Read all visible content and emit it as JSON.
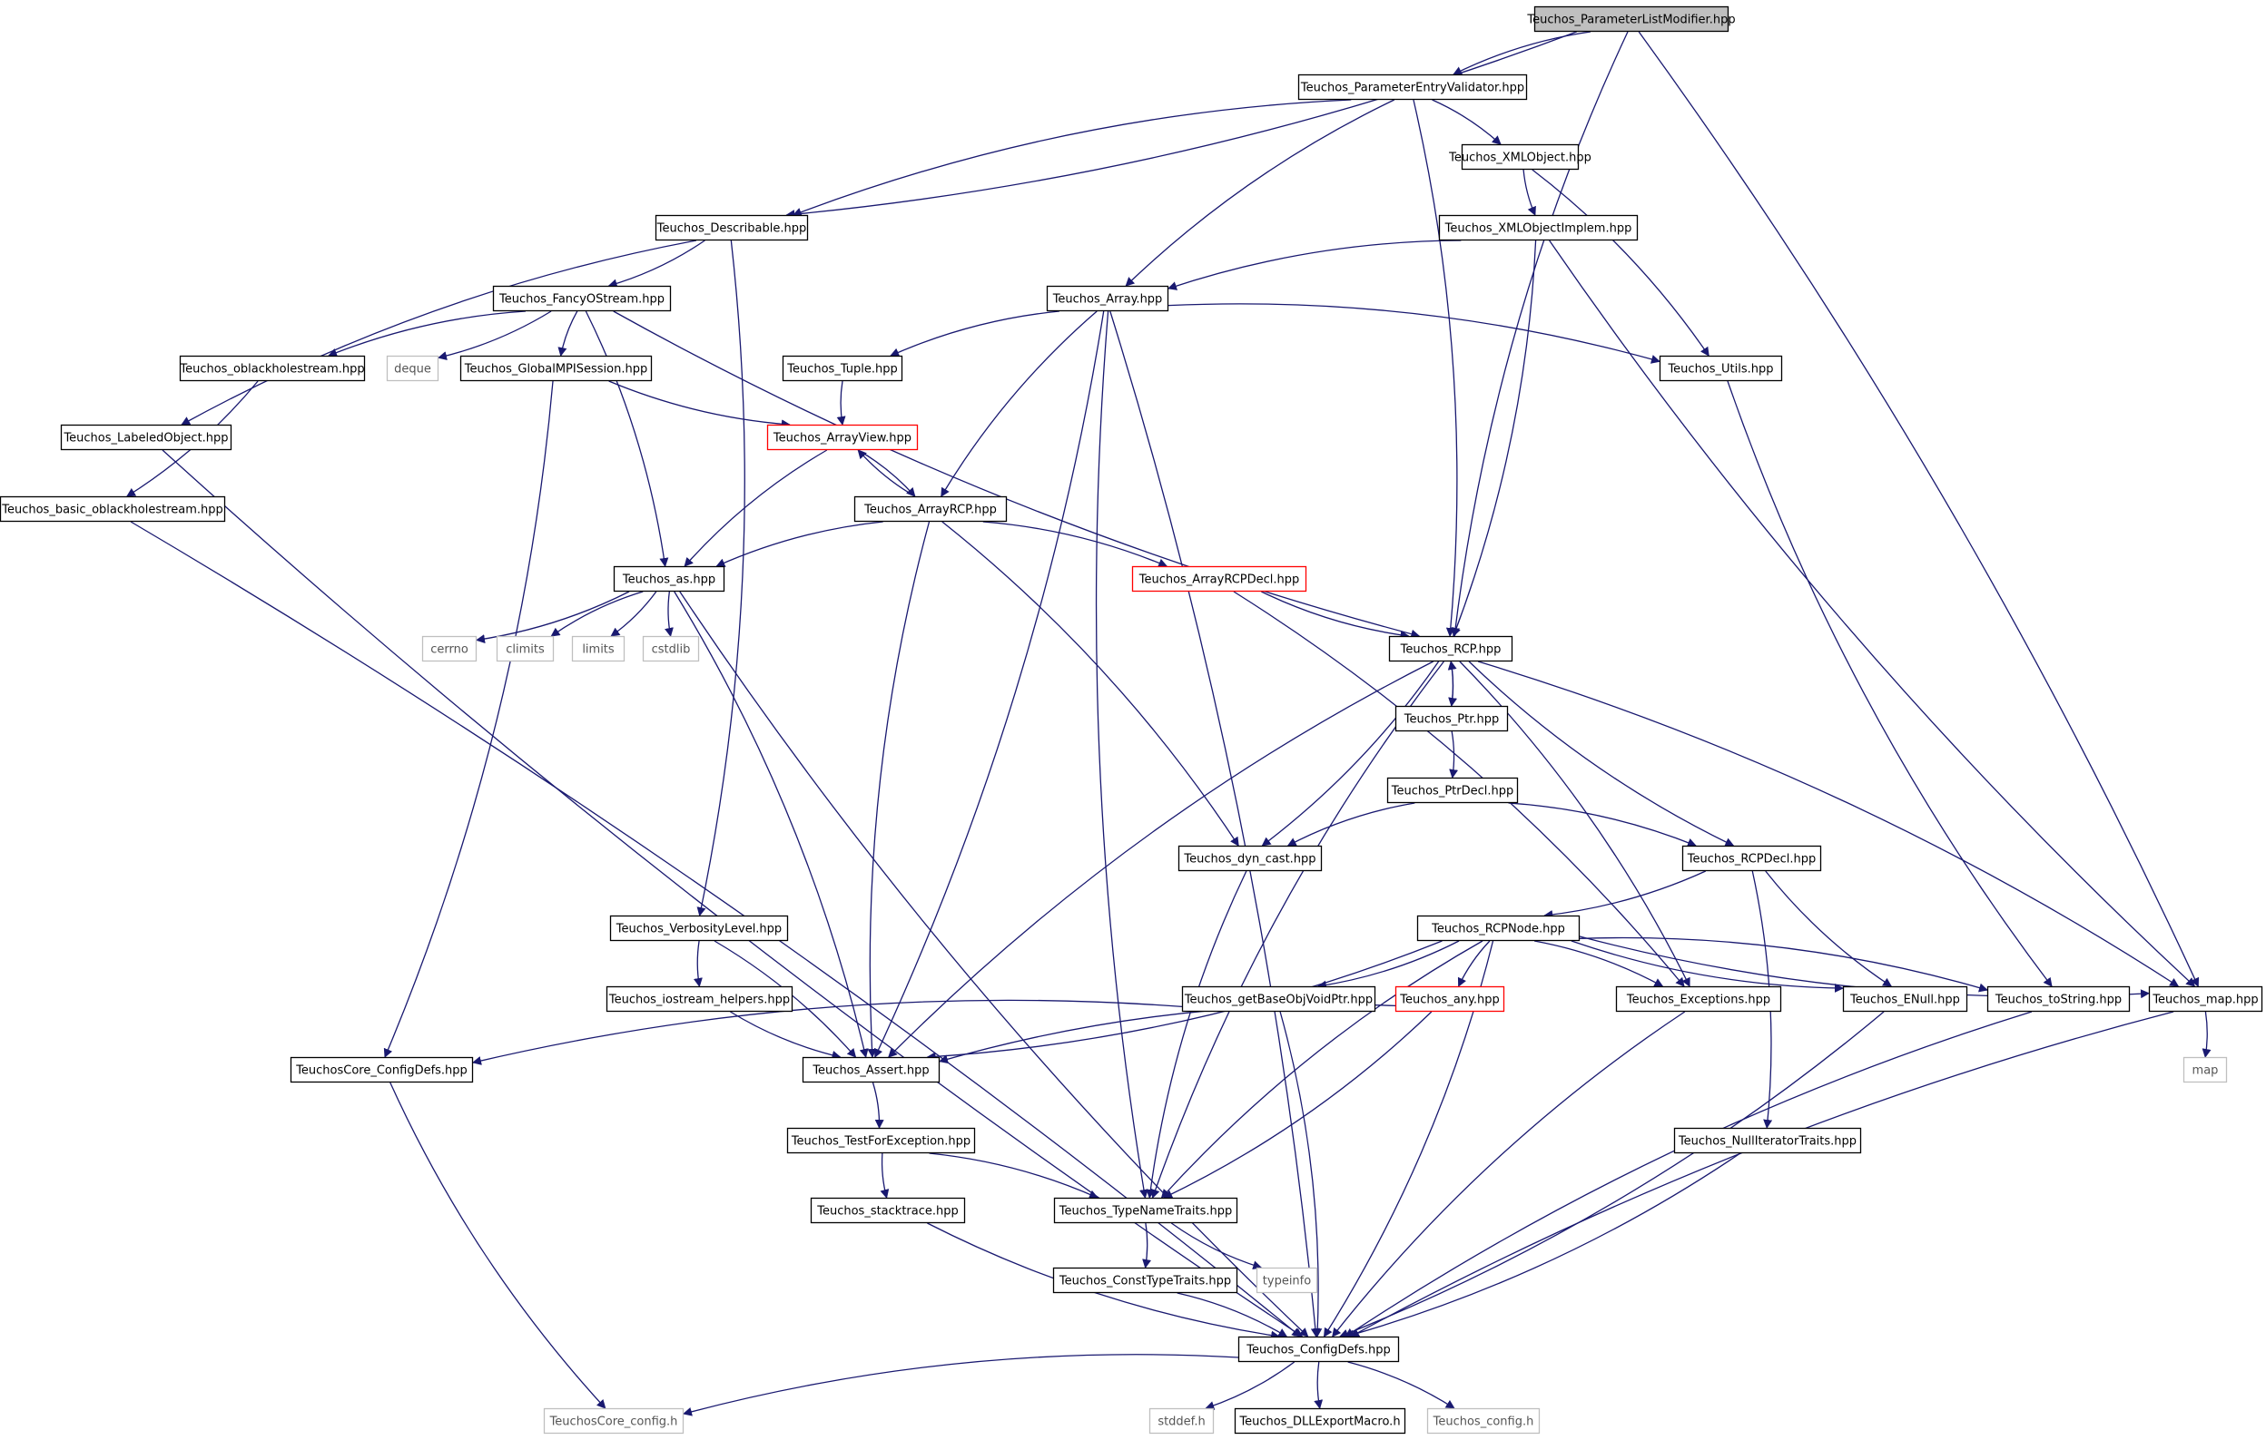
{
  "colors": {
    "edge": "#191970",
    "root_fill": "#bfbfbf",
    "node_fill": "#ffffff",
    "node_border": "#000000",
    "truncated_border": "#ff0000",
    "system_border": "#bfbfbf"
  },
  "nodes": [
    {
      "id": "param_list_modifier",
      "label": "Teuchos_ParameterListModifier.hpp",
      "kind": "root"
    },
    {
      "id": "param_entry_validator",
      "label": "Teuchos_ParameterEntryValidator.hpp",
      "kind": "header"
    },
    {
      "id": "xml_object",
      "label": "Teuchos_XMLObject.hpp",
      "kind": "header"
    },
    {
      "id": "describable",
      "label": "Teuchos_Describable.hpp",
      "kind": "header"
    },
    {
      "id": "xml_object_implem",
      "label": "Teuchos_XMLObjectImplem.hpp",
      "kind": "header"
    },
    {
      "id": "fancy_ostream",
      "label": "Teuchos_FancyOStream.hpp",
      "kind": "header"
    },
    {
      "id": "array",
      "label": "Teuchos_Array.hpp",
      "kind": "header"
    },
    {
      "id": "oblackholestream",
      "label": "Teuchos_oblackholestream.hpp",
      "kind": "header"
    },
    {
      "id": "deque",
      "label": "deque",
      "kind": "system"
    },
    {
      "id": "global_mpi_session",
      "label": "Teuchos_GlobalMPISession.hpp",
      "kind": "header"
    },
    {
      "id": "tuple",
      "label": "Teuchos_Tuple.hpp",
      "kind": "header"
    },
    {
      "id": "utils",
      "label": "Teuchos_Utils.hpp",
      "kind": "header"
    },
    {
      "id": "labeled_object",
      "label": "Teuchos_LabeledObject.hpp",
      "kind": "header"
    },
    {
      "id": "array_view",
      "label": "Teuchos_ArrayView.hpp",
      "kind": "truncated"
    },
    {
      "id": "basic_oblackholestream",
      "label": "Teuchos_basic_oblackholestream.hpp",
      "kind": "header"
    },
    {
      "id": "array_rcp",
      "label": "Teuchos_ArrayRCP.hpp",
      "kind": "header"
    },
    {
      "id": "as",
      "label": "Teuchos_as.hpp",
      "kind": "header"
    },
    {
      "id": "array_rcp_decl",
      "label": "Teuchos_ArrayRCPDecl.hpp",
      "kind": "truncated"
    },
    {
      "id": "cerrno",
      "label": "cerrno",
      "kind": "system"
    },
    {
      "id": "climits",
      "label": "climits",
      "kind": "system"
    },
    {
      "id": "limits",
      "label": "limits",
      "kind": "system"
    },
    {
      "id": "cstdlib",
      "label": "cstdlib",
      "kind": "system"
    },
    {
      "id": "rcp",
      "label": "Teuchos_RCP.hpp",
      "kind": "header"
    },
    {
      "id": "ptr",
      "label": "Teuchos_Ptr.hpp",
      "kind": "header"
    },
    {
      "id": "ptr_decl",
      "label": "Teuchos_PtrDecl.hpp",
      "kind": "header"
    },
    {
      "id": "dyn_cast",
      "label": "Teuchos_dyn_cast.hpp",
      "kind": "header"
    },
    {
      "id": "rcp_decl",
      "label": "Teuchos_RCPDecl.hpp",
      "kind": "header"
    },
    {
      "id": "verbosity_level",
      "label": "Teuchos_VerbosityLevel.hpp",
      "kind": "header"
    },
    {
      "id": "rcp_node",
      "label": "Teuchos_RCPNode.hpp",
      "kind": "header"
    },
    {
      "id": "iostream_helpers",
      "label": "Teuchos_iostream_helpers.hpp",
      "kind": "header"
    },
    {
      "id": "get_base_obj_void_ptr",
      "label": "Teuchos_getBaseObjVoidPtr.hpp",
      "kind": "header"
    },
    {
      "id": "any",
      "label": "Teuchos_any.hpp",
      "kind": "truncated"
    },
    {
      "id": "exceptions",
      "label": "Teuchos_Exceptions.hpp",
      "kind": "header"
    },
    {
      "id": "enull",
      "label": "Teuchos_ENull.hpp",
      "kind": "header"
    },
    {
      "id": "to_string",
      "label": "Teuchos_toString.hpp",
      "kind": "header"
    },
    {
      "id": "map_hpp",
      "label": "Teuchos_map.hpp",
      "kind": "header"
    },
    {
      "id": "core_config_defs",
      "label": "TeuchosCore_ConfigDefs.hpp",
      "kind": "header"
    },
    {
      "id": "assert",
      "label": "Teuchos_Assert.hpp",
      "kind": "header"
    },
    {
      "id": "map",
      "label": "map",
      "kind": "system"
    },
    {
      "id": "test_for_exception",
      "label": "Teuchos_TestForException.hpp",
      "kind": "header"
    },
    {
      "id": "null_iterator_traits",
      "label": "Teuchos_NullIteratorTraits.hpp",
      "kind": "header"
    },
    {
      "id": "stacktrace",
      "label": "Teuchos_stacktrace.hpp",
      "kind": "header"
    },
    {
      "id": "type_name_traits",
      "label": "Teuchos_TypeNameTraits.hpp",
      "kind": "header"
    },
    {
      "id": "const_type_traits",
      "label": "Teuchos_ConstTypeTraits.hpp",
      "kind": "header"
    },
    {
      "id": "typeinfo",
      "label": "typeinfo",
      "kind": "system"
    },
    {
      "id": "config_defs",
      "label": "Teuchos_ConfigDefs.hpp",
      "kind": "header"
    },
    {
      "id": "core_config_h",
      "label": "TeuchosCore_config.h",
      "kind": "system"
    },
    {
      "id": "stddef",
      "label": "stddef.h",
      "kind": "system"
    },
    {
      "id": "dll_export_macro",
      "label": "Teuchos_DLLExportMacro.h",
      "kind": "header"
    },
    {
      "id": "config_h",
      "label": "Teuchos_config.h",
      "kind": "system"
    }
  ],
  "edges": [
    [
      "param_list_modifier",
      "param_entry_validator"
    ],
    [
      "param_list_modifier",
      "describable"
    ],
    [
      "param_list_modifier",
      "rcp"
    ],
    [
      "param_list_modifier",
      "map_hpp"
    ],
    [
      "param_entry_validator",
      "describable"
    ],
    [
      "param_entry_validator",
      "xml_object"
    ],
    [
      "param_entry_validator",
      "array"
    ],
    [
      "param_entry_validator",
      "rcp"
    ],
    [
      "xml_object",
      "xml_object_implem"
    ],
    [
      "xml_object",
      "utils"
    ],
    [
      "xml_object_implem",
      "array"
    ],
    [
      "xml_object_implem",
      "rcp"
    ],
    [
      "xml_object_implem",
      "map_hpp"
    ],
    [
      "describable",
      "fancy_ostream"
    ],
    [
      "describable",
      "labeled_object"
    ],
    [
      "describable",
      "verbosity_level"
    ],
    [
      "fancy_ostream",
      "oblackholestream"
    ],
    [
      "fancy_ostream",
      "deque"
    ],
    [
      "fancy_ostream",
      "global_mpi_session"
    ],
    [
      "fancy_ostream",
      "as"
    ],
    [
      "fancy_ostream",
      "rcp"
    ],
    [
      "oblackholestream",
      "basic_oblackholestream"
    ],
    [
      "global_mpi_session",
      "array_view"
    ],
    [
      "global_mpi_session",
      "core_config_defs"
    ],
    [
      "labeled_object",
      "config_defs"
    ],
    [
      "basic_oblackholestream",
      "config_defs"
    ],
    [
      "array",
      "tuple"
    ],
    [
      "array",
      "utils"
    ],
    [
      "array",
      "array_rcp"
    ],
    [
      "array",
      "assert"
    ],
    [
      "array",
      "type_name_traits"
    ],
    [
      "array",
      "config_defs"
    ],
    [
      "tuple",
      "array_view"
    ],
    [
      "array_view",
      "array_rcp"
    ],
    [
      "array_view",
      "as"
    ],
    [
      "array_rcp",
      "array_view"
    ],
    [
      "array_rcp",
      "as"
    ],
    [
      "array_rcp",
      "array_rcp_decl"
    ],
    [
      "array_rcp",
      "assert"
    ],
    [
      "array_rcp",
      "dyn_cast"
    ],
    [
      "array_rcp_decl",
      "rcp"
    ],
    [
      "array_rcp_decl",
      "exceptions"
    ],
    [
      "utils",
      "to_string"
    ],
    [
      "as",
      "cerrno"
    ],
    [
      "as",
      "climits"
    ],
    [
      "as",
      "limits"
    ],
    [
      "as",
      "cstdlib"
    ],
    [
      "as",
      "assert"
    ],
    [
      "as",
      "config_defs"
    ],
    [
      "rcp",
      "ptr"
    ],
    [
      "rcp",
      "assert"
    ],
    [
      "rcp",
      "dyn_cast"
    ],
    [
      "rcp",
      "type_name_traits"
    ],
    [
      "rcp",
      "exceptions"
    ],
    [
      "rcp",
      "rcp_decl"
    ],
    [
      "rcp",
      "map_hpp"
    ],
    [
      "ptr",
      "rcp"
    ],
    [
      "ptr",
      "ptr_decl"
    ],
    [
      "ptr_decl",
      "dyn_cast"
    ],
    [
      "ptr_decl",
      "rcp_decl"
    ],
    [
      "dyn_cast",
      "type_name_traits"
    ],
    [
      "rcp_decl",
      "rcp_node"
    ],
    [
      "rcp_decl",
      "enull"
    ],
    [
      "rcp_decl",
      "null_iterator_traits"
    ],
    [
      "verbosity_level",
      "iostream_helpers"
    ],
    [
      "verbosity_level",
      "assert"
    ],
    [
      "iostream_helpers",
      "assert"
    ],
    [
      "rcp_node",
      "get_base_obj_void_ptr"
    ],
    [
      "rcp_node",
      "any"
    ],
    [
      "rcp_node",
      "exceptions"
    ],
    [
      "rcp_node",
      "enull"
    ],
    [
      "rcp_node",
      "to_string"
    ],
    [
      "rcp_node",
      "map_hpp"
    ],
    [
      "rcp_node",
      "assert"
    ],
    [
      "rcp_node",
      "type_name_traits"
    ],
    [
      "rcp_node",
      "config_defs"
    ],
    [
      "get_base_obj_void_ptr",
      "core_config_defs"
    ],
    [
      "get_base_obj_void_ptr",
      "config_defs"
    ],
    [
      "any",
      "assert"
    ],
    [
      "any",
      "type_name_traits"
    ],
    [
      "exceptions",
      "config_defs"
    ],
    [
      "enull",
      "config_defs"
    ],
    [
      "to_string",
      "config_defs"
    ],
    [
      "map_hpp",
      "map"
    ],
    [
      "map_hpp",
      "config_defs"
    ],
    [
      "null_iterator_traits",
      "config_defs"
    ],
    [
      "core_config_defs",
      "core_config_h"
    ],
    [
      "assert",
      "test_for_exception"
    ],
    [
      "test_for_exception",
      "stacktrace"
    ],
    [
      "test_for_exception",
      "type_name_traits"
    ],
    [
      "stacktrace",
      "config_defs"
    ],
    [
      "type_name_traits",
      "const_type_traits"
    ],
    [
      "type_name_traits",
      "typeinfo"
    ],
    [
      "const_type_traits",
      "config_defs"
    ],
    [
      "config_defs",
      "core_config_h"
    ],
    [
      "config_defs",
      "stddef"
    ],
    [
      "config_defs",
      "dll_export_macro"
    ],
    [
      "config_defs",
      "config_h"
    ]
  ]
}
